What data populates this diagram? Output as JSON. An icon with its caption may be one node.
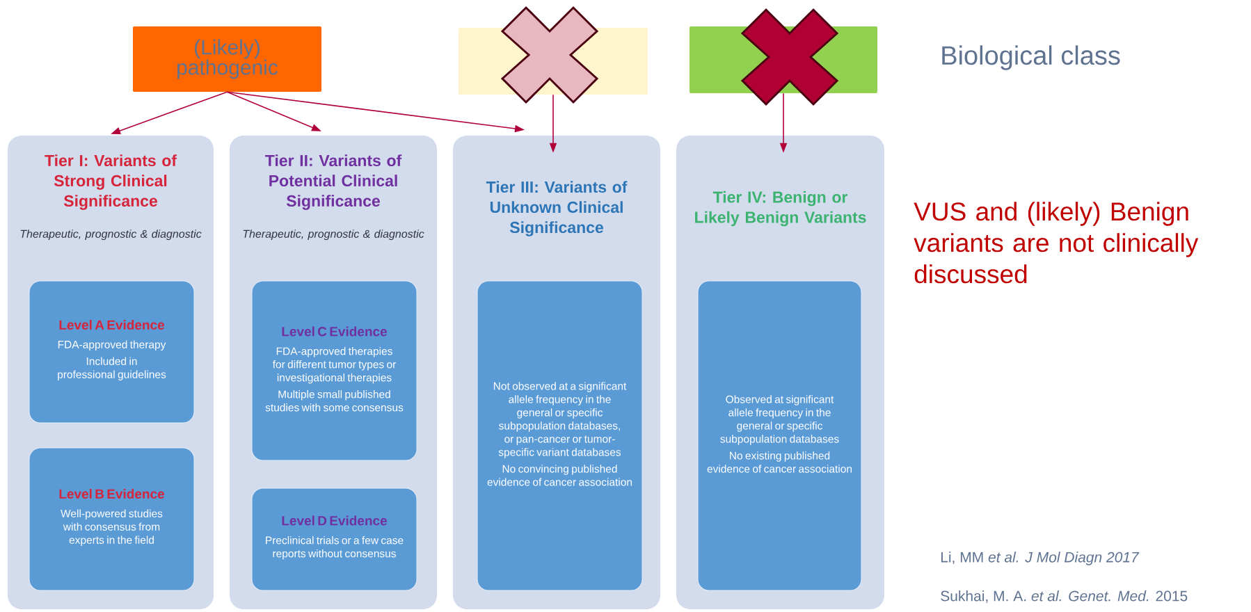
{
  "diagram": {
    "nodes": [
      {
        "text": [
          "(Likely) pathogenic"
        ]
      },
      {
        "text": [],
        "shape": "box"
      },
      {
        "text": [],
        "shape": "box"
      },
      {
        "text": [
          "Tier I: Variants of Strong Clinical Significance",
          "Therapeutic, prognostic & diagnostic"
        ]
      },
      {
        "text": [
          "Level A Evidence",
          "FDA-approved therapy",
          "Included in professional guidelines"
        ],
        "in": 3
      },
      {
        "text": [
          "Level B Evidence",
          "Well-powered studies with consensus from experts in the field"
        ],
        "in": 3
      },
      {
        "text": [
          "Tier II: Variants of Potential Clinical Significance",
          "Therapeutic, prognostic & diagnostic"
        ]
      },
      {
        "text": [
          "Level C Evidence",
          "FDA-approved therapies for different tumor types or investigational therapies",
          "Multiple small published studies with some consensus"
        ],
        "in": 6
      },
      {
        "text": [
          "Level D Evidence",
          "Preclinical trials or a few case reports without consensus"
        ],
        "in": 6
      },
      {
        "text": [
          "Tier III: Variants of Unknown Clinical Significance"
        ]
      },
      {
        "text": [
          "Not observed at a significant allele frequency in the general or specific subpopulation databases, or pan-cancer or tumor-specific variant databases",
          "No convincing published evidence of cancer association"
        ],
        "in": 9
      },
      {
        "text": [
          "Tier IV: Benign or Likely Benign Variants"
        ]
      },
      {
        "text": [
          "Observed at significant allele frequency in the general or specific subpopulation databases",
          "No existing published evidence of cancer association"
        ],
        "in": 11
      }
    ],
    "edges": [
      {
        "from": 0,
        "to": 3,
        "arrow": "to"
      },
      {
        "from": 0,
        "to": 6,
        "arrow": "to"
      },
      {
        "from": 0,
        "to": 9,
        "arrow": "to"
      },
      {
        "from": 1,
        "to": 9,
        "arrow": "to"
      },
      {
        "from": 2,
        "to": 11,
        "arrow": "to"
      }
    ],
    "labels": [
      "Biological class",
      "VUS and (likely) Benign variants are not clinically discussed",
      "Li, MM *et al. J Mol Diagn 2017*",
      "Sukhai, M. A. *et al. Genet. Med.* 2015"
    ]
  }
}
